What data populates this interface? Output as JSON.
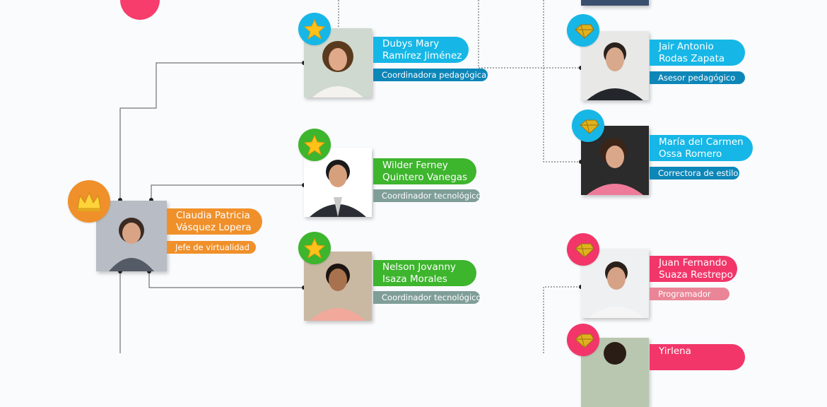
{
  "colors": {
    "orange": "#f0902a",
    "blue": "#16b7e6",
    "blue_dark": "#0d86b8",
    "green": "#3db52d",
    "gray_green": "#7f9e97",
    "pink": "#f2366a",
    "pink_light": "#e98596",
    "line": "#555555",
    "star": "#ffc21a",
    "gem": "#e0b21e"
  },
  "people": {
    "claudia": {
      "name1": "Claudia Patricia",
      "name2": "Vásquez Lopera",
      "role": "Jefe de virtualidad",
      "badge": "crown-icon"
    },
    "dubys": {
      "name1": "Dubys Mary",
      "name2": "Ramírez Jiménez",
      "role": "Coordinadora pedagógica",
      "badge": "star-icon"
    },
    "wilder": {
      "name1": "Wilder Ferney",
      "name2": "Quintero Vanegas",
      "role": "Coordinador tecnológico",
      "badge": "star-icon"
    },
    "nelson": {
      "name1": "Nelson Jovanny",
      "name2": "Isaza Morales",
      "role": "Coordinador tecnológico",
      "badge": "star-icon"
    },
    "jair": {
      "name1": "Jair Antonio",
      "name2": "Rodas Zapata",
      "role": "Asesor pedagógico",
      "badge": "gem-icon"
    },
    "maria": {
      "name1": "María del Carmen",
      "name2": "Ossa Romero",
      "role": "Correctora de estilo",
      "badge": "gem-icon"
    },
    "juan": {
      "name1": "Juan Fernando",
      "name2": "Suaza Restrepo",
      "role": "Programador",
      "badge": "gem-icon"
    },
    "yirlena": {
      "name1": "Yirlena",
      "name2": "",
      "role": "",
      "badge": "gem-icon"
    }
  }
}
